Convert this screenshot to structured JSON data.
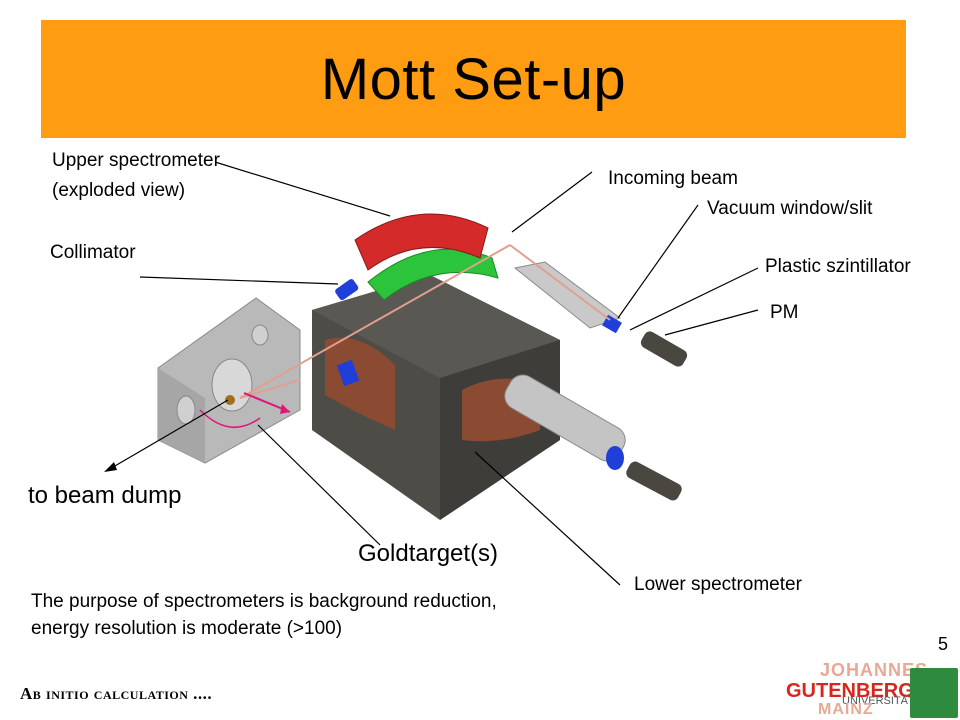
{
  "title": "Mott Set-up",
  "labels": {
    "upper_spectrometer_1": "Upper spectrometer",
    "upper_spectrometer_2": "(exploded view)",
    "incoming_beam": "Incoming beam",
    "vacuum_window": "Vacuum window/slit",
    "collimator": "Collimator",
    "plastic_szintillator": "Plastic szintillator",
    "pm": "PM",
    "to_beam_dump": "to beam dump",
    "goldtarget": "Goldtarget(s)",
    "lower_spectrometer": "Lower spectrometer"
  },
  "note": {
    "line1": "The purpose of spectrometers is background reduction,",
    "line2": "energy resolution is moderate (>100)"
  },
  "footer": "Ab initio calculation ....",
  "page_number": "5",
  "logo": {
    "line1": "JOHANNES",
    "line2": "GUTENBERG",
    "line3": "UNIVERSITÄT",
    "line4": "MAINZ"
  },
  "colors": {
    "title_bar": "#ff9c12",
    "upper_magnet": "#d42a2a",
    "lower_magnet": "#2cc43a",
    "steel_body": "#4e4c47",
    "coil": "#8b4a32",
    "collimator": "#1f3fd8",
    "beam_arrow": "#e0157a"
  }
}
